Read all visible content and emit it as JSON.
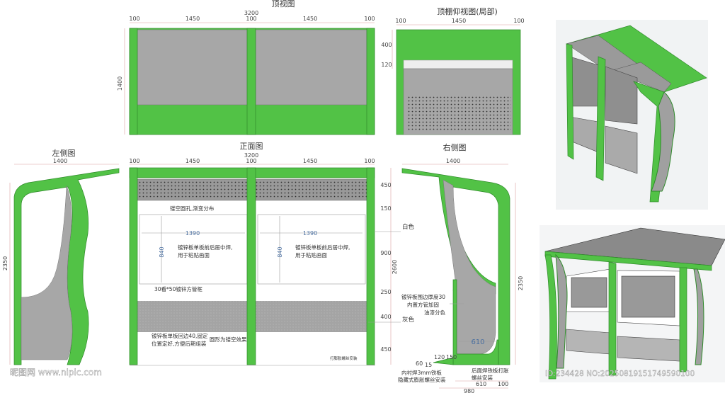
{
  "colors": {
    "green": "#52c246",
    "gray": "#a7a7a7",
    "dark_green": "#2f8a2a",
    "dim_line": "#d9a0a0",
    "blue_text": "#4a6fa0"
  },
  "top_view": {
    "title": "顶视图",
    "total": "3200",
    "dims": [
      "100",
      "1450",
      "100",
      "1450",
      "100"
    ],
    "depth": "1400"
  },
  "ceiling_view": {
    "title": "顶棚仰视图(局部)",
    "dims": [
      "100",
      "1450",
      "100"
    ],
    "heights": [
      "400",
      "120"
    ]
  },
  "front_view": {
    "title": "正面图",
    "total": "3200",
    "dims": [
      "100",
      "1450",
      "100",
      "1450",
      "100"
    ],
    "heights": [
      "450",
      "150",
      "900",
      "250",
      "400",
      "450"
    ],
    "total_height": "2600",
    "panel_width": "1390",
    "panel_height": "840",
    "notes": {
      "perforation": "镂空圆孔,渐变分布",
      "panel_line1": "镀锌板单板前后居中焊,",
      "panel_line2": "用于粘贴画面",
      "frame": "30看*50镀锌方管框",
      "bottom_line1": "镀锌板单板回边40,固定",
      "bottom_line2": "位置定好,方便后期组装",
      "circle": "圆形为镂空效果",
      "bolt": "打膨胀螺丝安装",
      "white": "白色",
      "gray": "灰色"
    }
  },
  "left_view": {
    "title": "左侧图",
    "width": "1400",
    "height": "2350"
  },
  "right_view": {
    "title": "右侧图",
    "width": "1400",
    "height": "2350",
    "inner": "610",
    "notes": {
      "edge1": "镀锌板围边厚度30",
      "edge2": "内置方管加固",
      "edge3": "油漆分色",
      "d120": "120",
      "d150": "150",
      "d60": "60",
      "d15": "15",
      "weld1": "内衬焊3mm铁板",
      "weld2": "隐藏式膨胀螺丝安装",
      "back1": "后面焊铁板打胀",
      "back2": "螺丝安装",
      "b610": "610",
      "b100": "100",
      "b980": "980"
    }
  },
  "watermark": {
    "left": "昵图网 www.nipic.com",
    "right": "ID:234428 NO:20250819151749590100"
  }
}
